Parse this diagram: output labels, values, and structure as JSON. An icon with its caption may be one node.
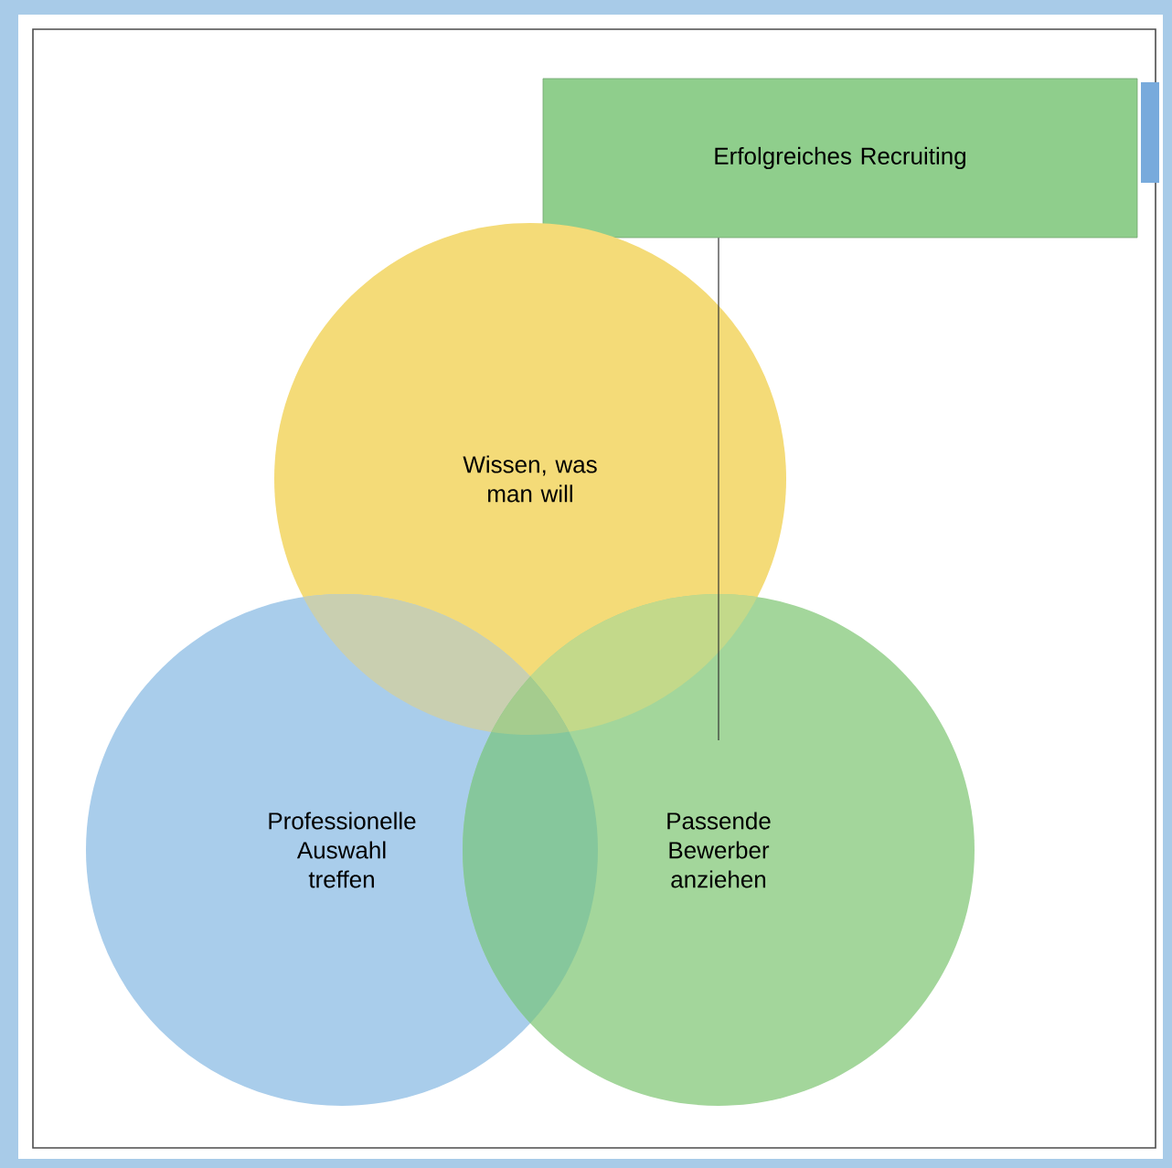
{
  "diagram": {
    "nodes": [
      {
        "text": [
          "Erfolgreiches Recruiting"
        ]
      },
      {
        "text": [
          "Wissen, was man will"
        ]
      },
      {
        "text": [
          "Professionelle Auswahl treffen"
        ]
      },
      {
        "text": [
          "Passende Bewerber anziehen"
        ]
      }
    ],
    "edges": [
      {
        "from": 0,
        "to": 3,
        "arrow": "none"
      }
    ]
  }
}
